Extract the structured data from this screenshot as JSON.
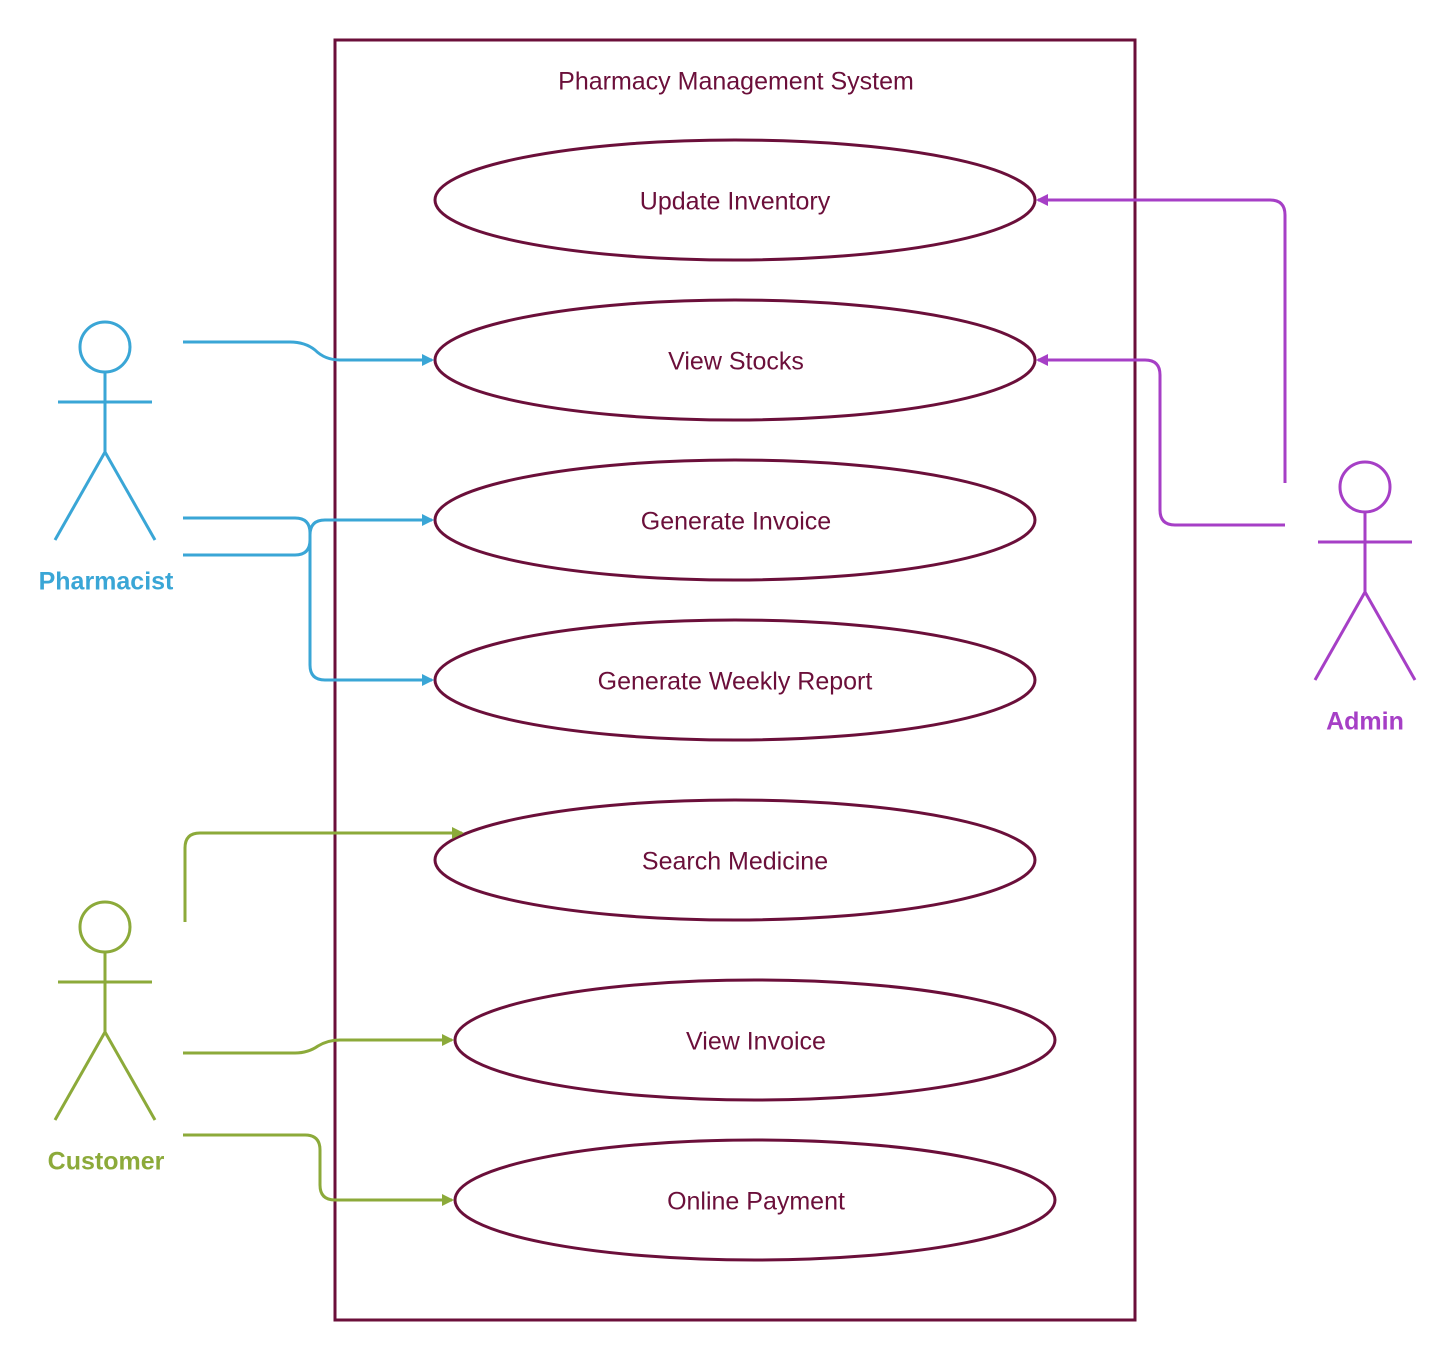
{
  "colors": {
    "system": "#6b0f3a",
    "pharmacist": "#3aa6d6",
    "admin": "#a63fc6",
    "customer": "#8caa3a"
  },
  "system": {
    "title": "Pharmacy Management System"
  },
  "use_cases": {
    "update_inventory": "Update Inventory",
    "view_stocks": "View Stocks",
    "generate_invoice": "Generate Invoice",
    "generate_weekly_report": "Generate Weekly Report",
    "search_medicine": "Search Medicine",
    "view_invoice": "View Invoice",
    "online_payment": "Online Payment"
  },
  "actors": {
    "pharmacist": "Pharmacist",
    "admin": "Admin",
    "customer": "Customer"
  },
  "associations": [
    {
      "actor": "Pharmacist",
      "use_case": "View Stocks"
    },
    {
      "actor": "Pharmacist",
      "use_case": "Generate Invoice"
    },
    {
      "actor": "Pharmacist",
      "use_case": "Generate Weekly Report"
    },
    {
      "actor": "Admin",
      "use_case": "Update Inventory"
    },
    {
      "actor": "Admin",
      "use_case": "View Stocks"
    },
    {
      "actor": "Customer",
      "use_case": "Search Medicine"
    },
    {
      "actor": "Customer",
      "use_case": "View Invoice"
    },
    {
      "actor": "Customer",
      "use_case": "Online Payment"
    }
  ]
}
